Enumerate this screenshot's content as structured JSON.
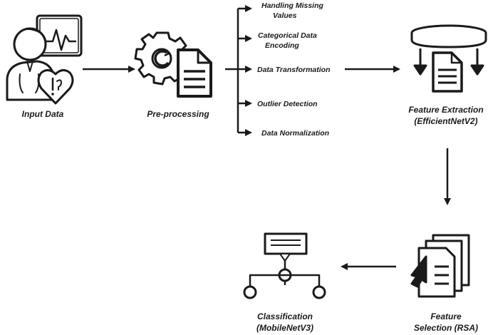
{
  "nodes": {
    "input": "Input Data",
    "preprocessing": "Pre-processing",
    "feature_extraction_1": "Feature Extraction",
    "feature_extraction_2": "(EfficientNetV2)",
    "feature_selection_1": "Feature",
    "feature_selection_2": "Selection (RSA)",
    "classification_1": "Classification",
    "classification_2": "(MobileNetV3)"
  },
  "steps": {
    "missing_1": "Handling Missing",
    "missing_2": "Values",
    "categorical_1": "Categorical Data",
    "categorical_2": "Encoding",
    "transformation": "Data Transformation",
    "outlier": "Outlier Detection",
    "normalization": "Data Normalization"
  },
  "icons": [
    "patient-monitor-icon",
    "gear-document-icon",
    "database-extract-icon",
    "document-select-icon",
    "hierarchy-classify-icon"
  ],
  "colors": {
    "stroke": "#1a1a1a",
    "fill": "#ffffff"
  }
}
